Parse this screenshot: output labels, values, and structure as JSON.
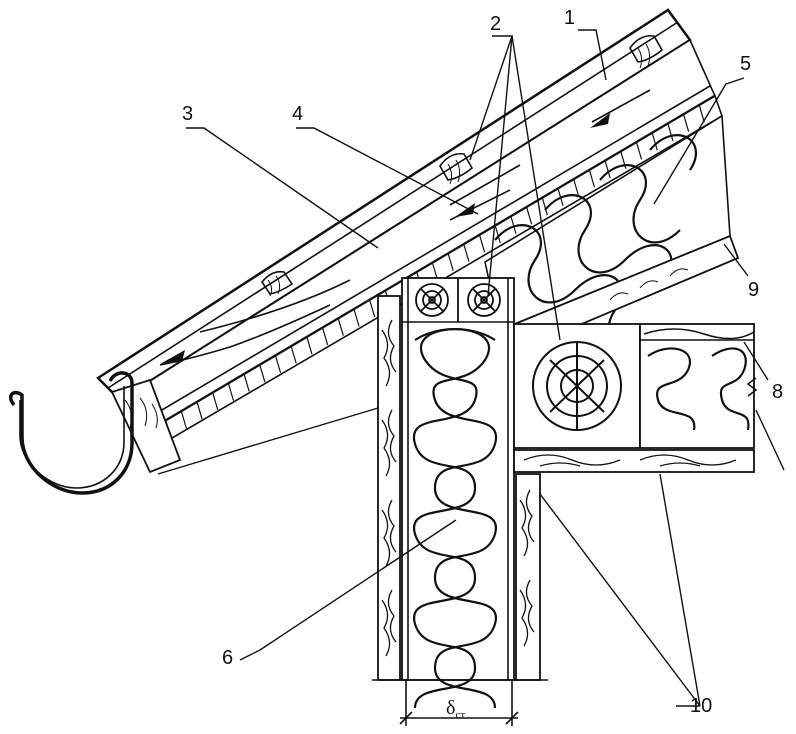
{
  "diagram": {
    "callouts": [
      {
        "id": "1",
        "label": "1"
      },
      {
        "id": "2",
        "label": "2"
      },
      {
        "id": "3",
        "label": "3"
      },
      {
        "id": "4",
        "label": "4"
      },
      {
        "id": "5",
        "label": "5"
      },
      {
        "id": "6",
        "label": "6"
      },
      {
        "id": "8",
        "label": "8"
      },
      {
        "id": "9",
        "label": "9"
      },
      {
        "id": "10",
        "label": "10"
      }
    ],
    "dimension": {
      "symbol": "δ",
      "subscript": "ст"
    }
  }
}
